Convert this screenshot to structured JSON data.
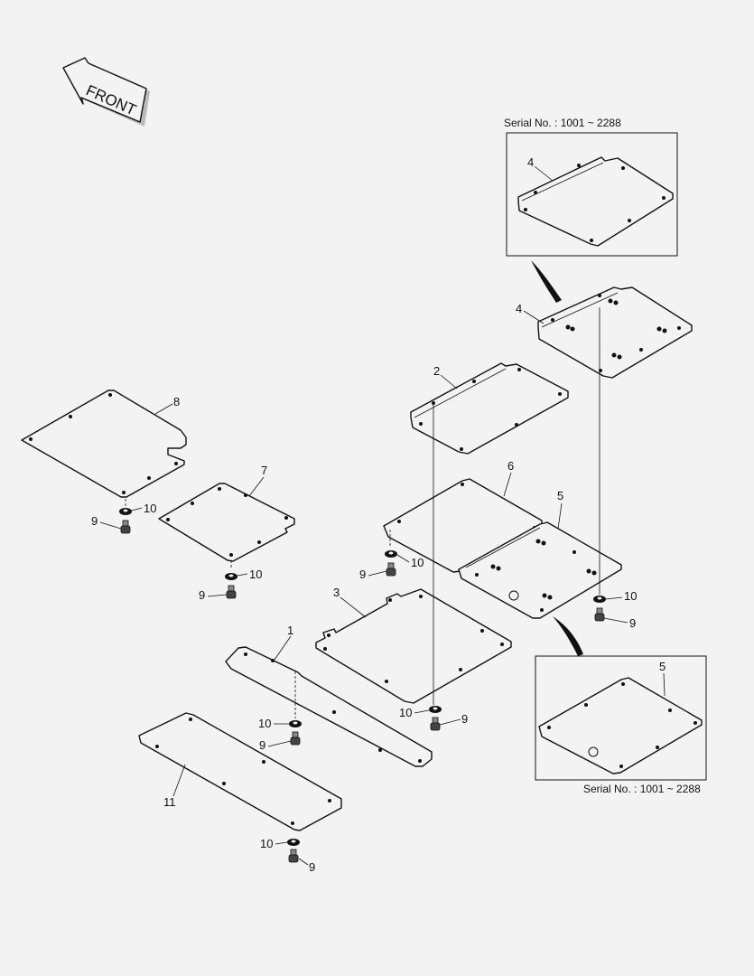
{
  "front_label": "FRONT",
  "serial_top": "Serial No. : 1001 ~ 2288",
  "serial_bottom": "Serial No. : 1001 ~ 2288",
  "callouts": {
    "p1": "1",
    "p2": "2",
    "p3": "3",
    "p4": "4",
    "p4_inset": "4",
    "p5": "5",
    "p5_inset": "5",
    "p6": "6",
    "p7": "7",
    "p8": "8",
    "p11": "11",
    "w_a": "10",
    "b_a": "9",
    "w_b": "10",
    "b_b": "9",
    "w_c": "10",
    "b_c": "9",
    "w_d": "10",
    "b_d": "9",
    "w_e": "10",
    "b_e": "9",
    "w_f": "10",
    "b_f": "9",
    "w_g": "10",
    "b_g": "9"
  }
}
